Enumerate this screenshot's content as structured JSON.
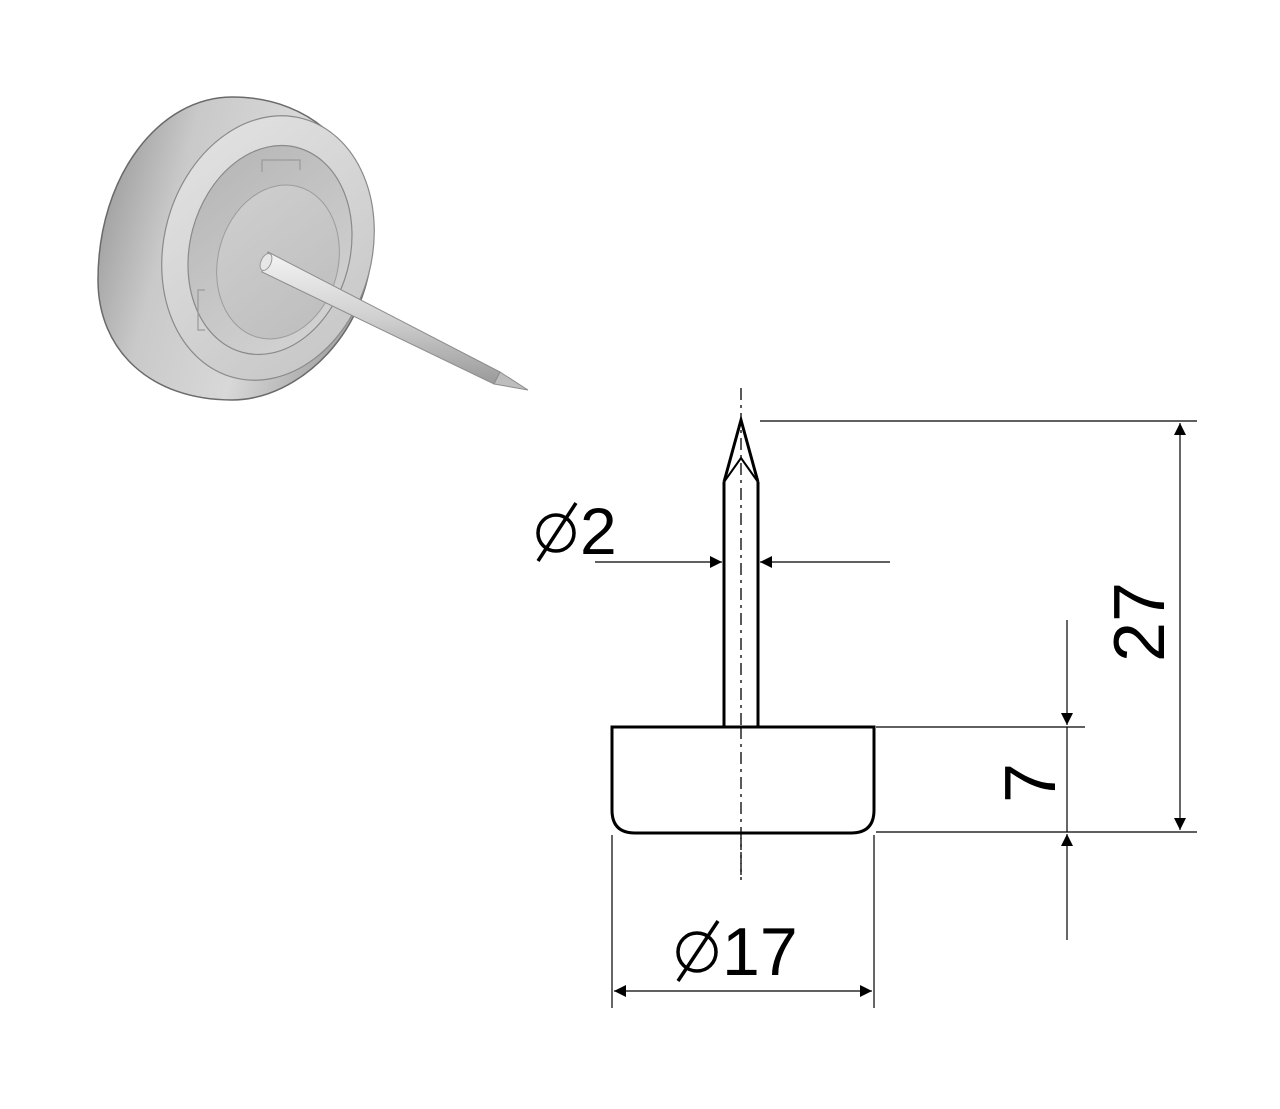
{
  "dimensions": {
    "pin_diameter": "2",
    "total_length": "27",
    "base_height": "7",
    "base_diameter": "17"
  },
  "colors": {
    "line": "#000000",
    "background": "#ffffff",
    "render_body": "#c8c8c8",
    "render_shadow": "#9c9c9c",
    "render_light": "#e6e6e6"
  }
}
